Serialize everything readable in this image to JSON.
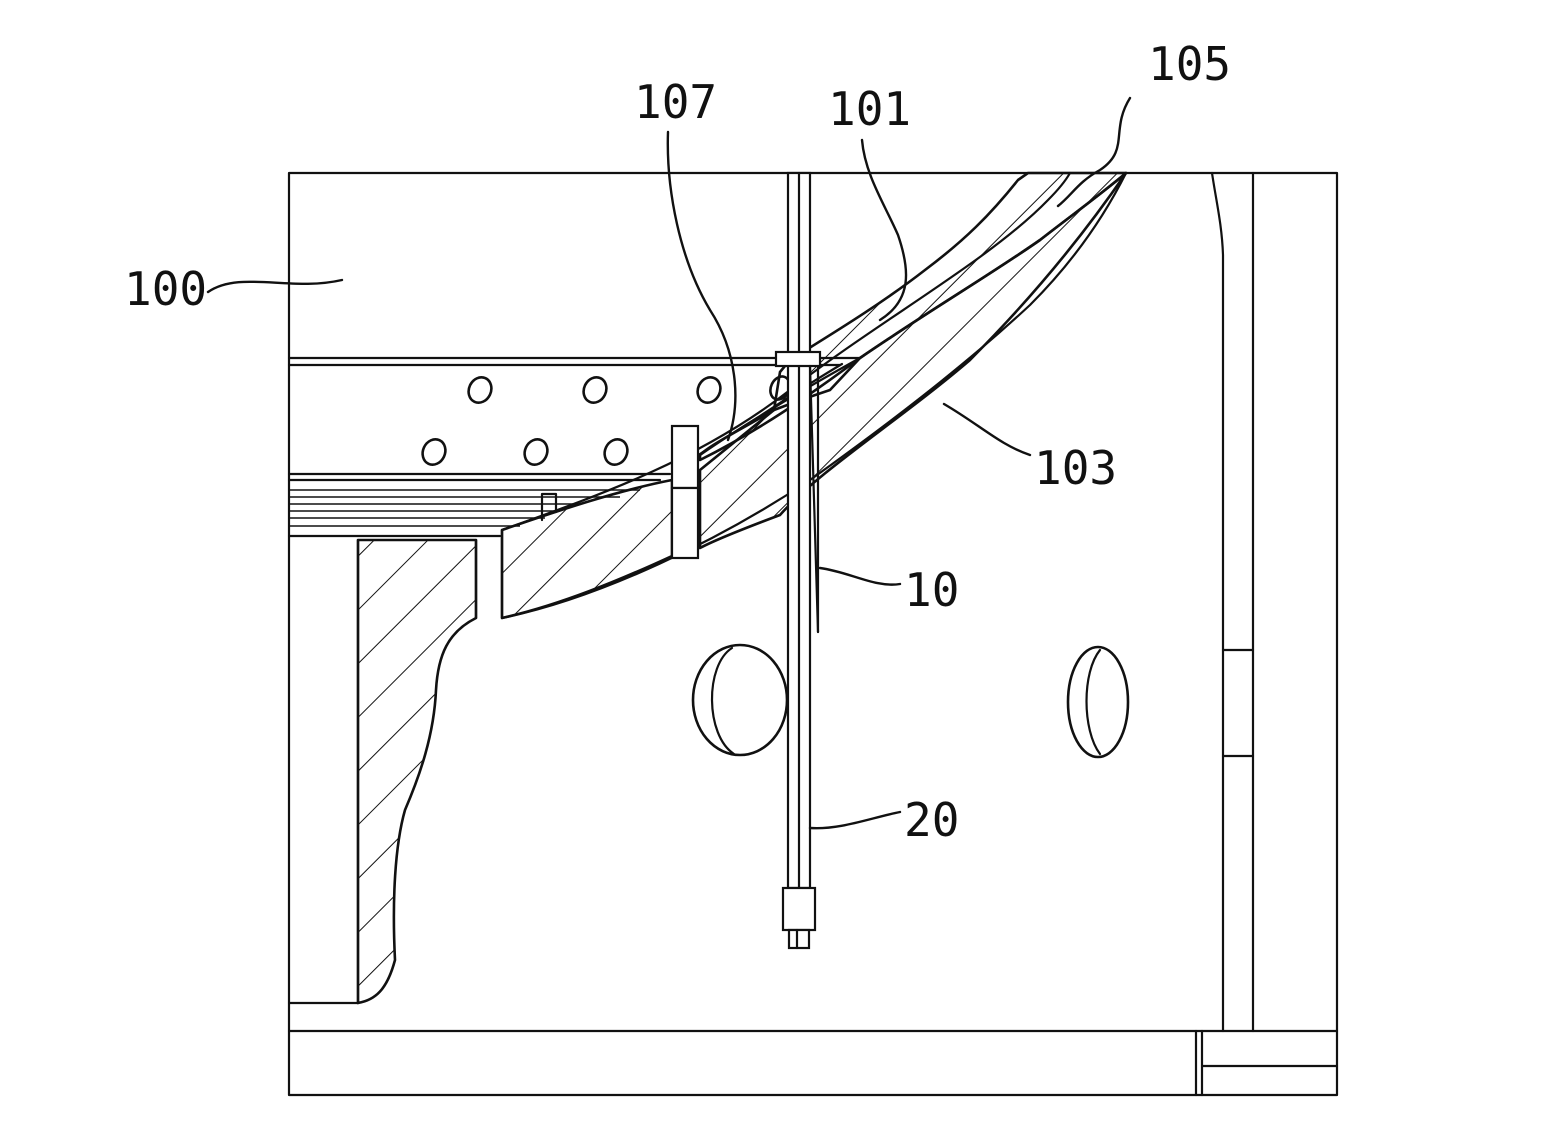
{
  "figure": {
    "labels": {
      "housing": "100",
      "blade_section": "101",
      "inner_surface": "103",
      "outer_part": "105",
      "liner": "107",
      "guide_tube": "10",
      "probe": "20"
    }
  },
  "colors": {
    "line": "#111111",
    "background": "#ffffff"
  }
}
